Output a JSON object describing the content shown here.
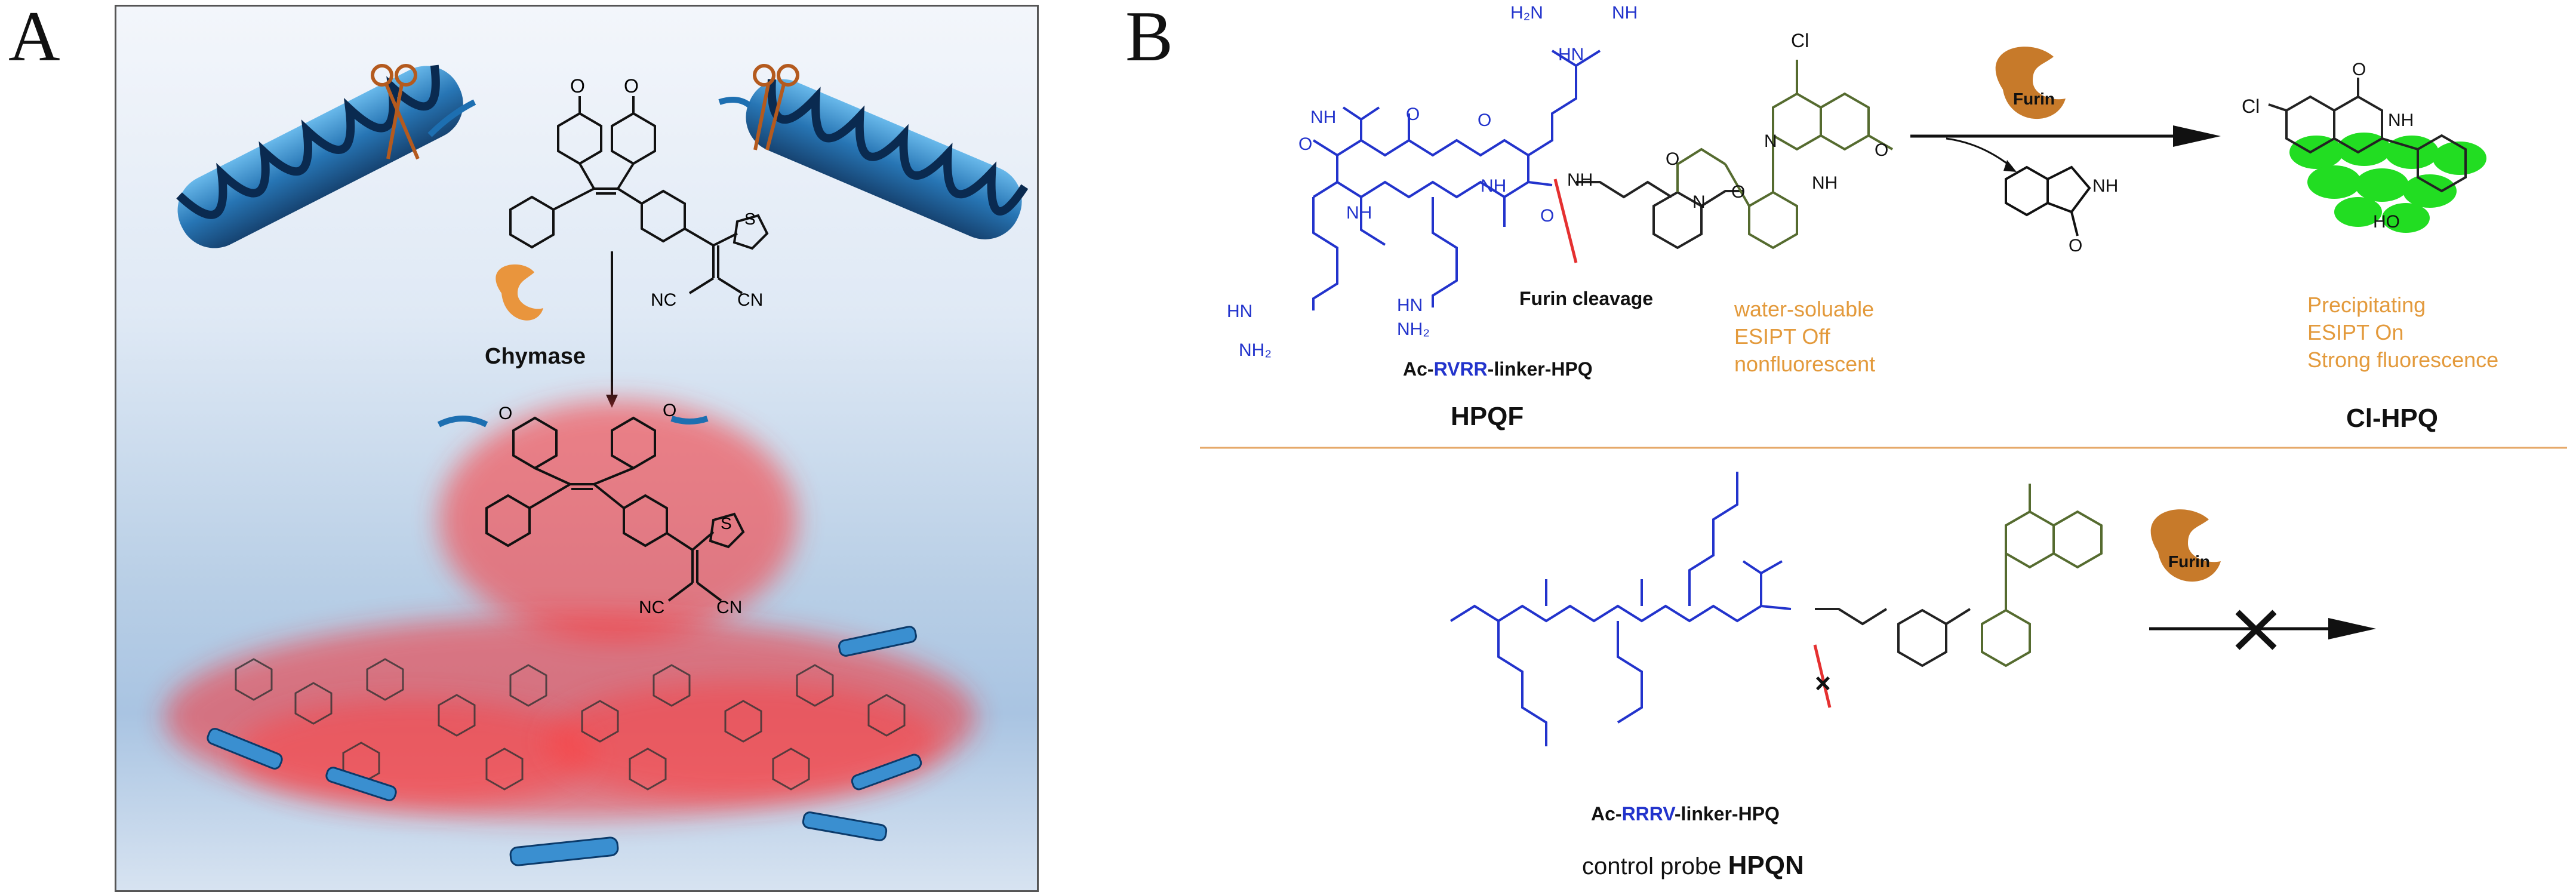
{
  "panels": {
    "a_label": "A",
    "b_label": "B"
  },
  "panel_a": {
    "enzyme_label": "Chymase",
    "substituent_labels": {
      "o_left": "O",
      "o_right": "O",
      "o_bottom_left": "O",
      "o_bottom_right": "O",
      "s_top": "S",
      "s_bottom": "S",
      "cn_top_left": "NC",
      "cn_top_right": "CN",
      "cn_bottom_left": "NC",
      "cn_bottom_right": "CN"
    }
  },
  "panel_b": {
    "enzyme_label": "Furin",
    "enzyme_label_2": "Furin",
    "probe_name": "HPQF",
    "probe_sequence": {
      "prefix": "Ac-",
      "sequence": "RVRR",
      "suffix": "-linker-HPQ"
    },
    "cleavage_label": "Furin cleavage",
    "probe_properties": [
      "water-soluable",
      "ESIPT Off",
      "nonfluorescent"
    ],
    "product_name": "Cl-HPQ",
    "product_properties": [
      "Precipitating",
      "ESIPT On",
      "Strong fluorescence"
    ],
    "control_sequence": {
      "prefix": "Ac-",
      "sequence": "RRRV",
      "suffix": "-linker-HPQ"
    },
    "control_caption": {
      "prefix": "control probe ",
      "name": "HPQN"
    },
    "atom_labels": {
      "h2n_top": "H₂N",
      "nh_top": "NH",
      "hn_1": "HN",
      "nh_2": "NH",
      "o_1": "O",
      "o_2": "O",
      "o_3": "O",
      "o_4": "O",
      "hn_guan_left": "HN",
      "nh2_guan_left": "NH₂",
      "hn_guan_mid": "HN",
      "nh2_guan_mid": "NH₂",
      "nh_amide_1": "NH",
      "nh_amide_2": "NH",
      "nh_amide_3": "NH",
      "n_pip": "N",
      "o_carb": "O",
      "o_carb2": "O",
      "cl": "Cl",
      "n_quin": "N",
      "nh_quin": "NH",
      "o_quin": "O",
      "cl_product": "Cl",
      "nh_product": "NH",
      "o_product": "O",
      "ho_product": "HO",
      "nh_byproduct": "NH",
      "o_byproduct": "O"
    }
  }
}
